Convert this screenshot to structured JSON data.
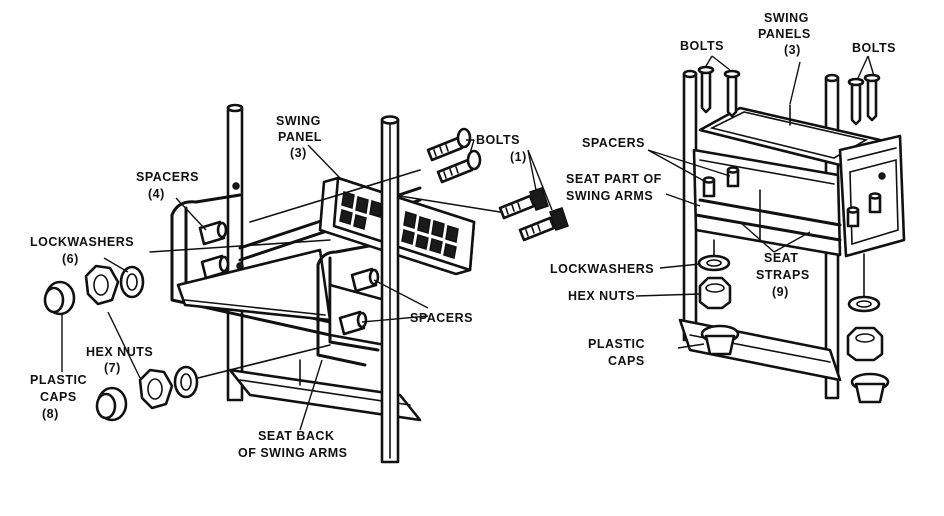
{
  "left_labels": {
    "swing_panel": [
      "SWING",
      "PANEL",
      "(3)"
    ],
    "bolts": [
      "BOLTS",
      "(1)"
    ],
    "spacers_top": [
      "SPACERS",
      "(4)"
    ],
    "lockwashers": [
      "LOCKWASHERS",
      "(6)"
    ],
    "spacers_mid": "SPACERS",
    "hex_nuts": [
      "HEX NUTS",
      "(7)"
    ],
    "plastic_caps": [
      "PLASTIC",
      "CAPS",
      "(8)"
    ],
    "seat_back": [
      "SEAT BACK",
      "OF SWING ARMS"
    ]
  },
  "right_labels": {
    "swing_panels": [
      "SWING",
      "PANELS",
      "(3)"
    ],
    "bolts_left": "BOLTS",
    "bolts_right": "BOLTS",
    "spacers": "SPACERS",
    "seat_part": [
      "SEAT PART OF",
      "SWING ARMS"
    ],
    "lockwashers": "LOCKWASHERS",
    "seat_straps": [
      "SEAT",
      "STRAPS",
      "(9)"
    ],
    "hex_nuts": "HEX NUTS",
    "plastic_caps": [
      "PLASTIC",
      "CAPS"
    ]
  }
}
